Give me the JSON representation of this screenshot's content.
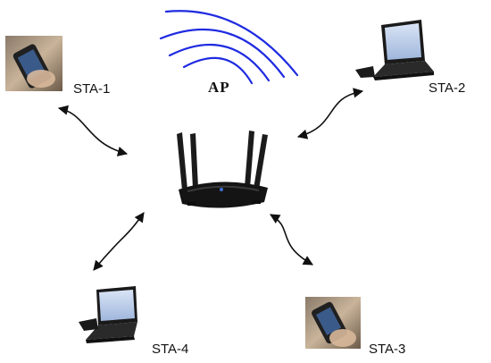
{
  "diagram": {
    "access_point": {
      "label": "AP",
      "icon": "wifi-router-icon",
      "signal_icon": "wifi-signal-icon",
      "signal_color": "#1f2be0"
    },
    "stations": [
      {
        "id": "sta1",
        "label": "STA-1",
        "device": "smartphone"
      },
      {
        "id": "sta2",
        "label": "STA-2",
        "device": "laptop"
      },
      {
        "id": "sta3",
        "label": "STA-3",
        "device": "smartphone"
      },
      {
        "id": "sta4",
        "label": "STA-4",
        "device": "laptop"
      }
    ],
    "links": [
      {
        "from": "AP",
        "to": "STA-1",
        "type": "bidirectional"
      },
      {
        "from": "AP",
        "to": "STA-2",
        "type": "bidirectional"
      },
      {
        "from": "AP",
        "to": "STA-3",
        "type": "bidirectional"
      },
      {
        "from": "AP",
        "to": "STA-4",
        "type": "bidirectional"
      }
    ],
    "colors": {
      "link": "#111111",
      "device": "#1a1a1a"
    }
  }
}
